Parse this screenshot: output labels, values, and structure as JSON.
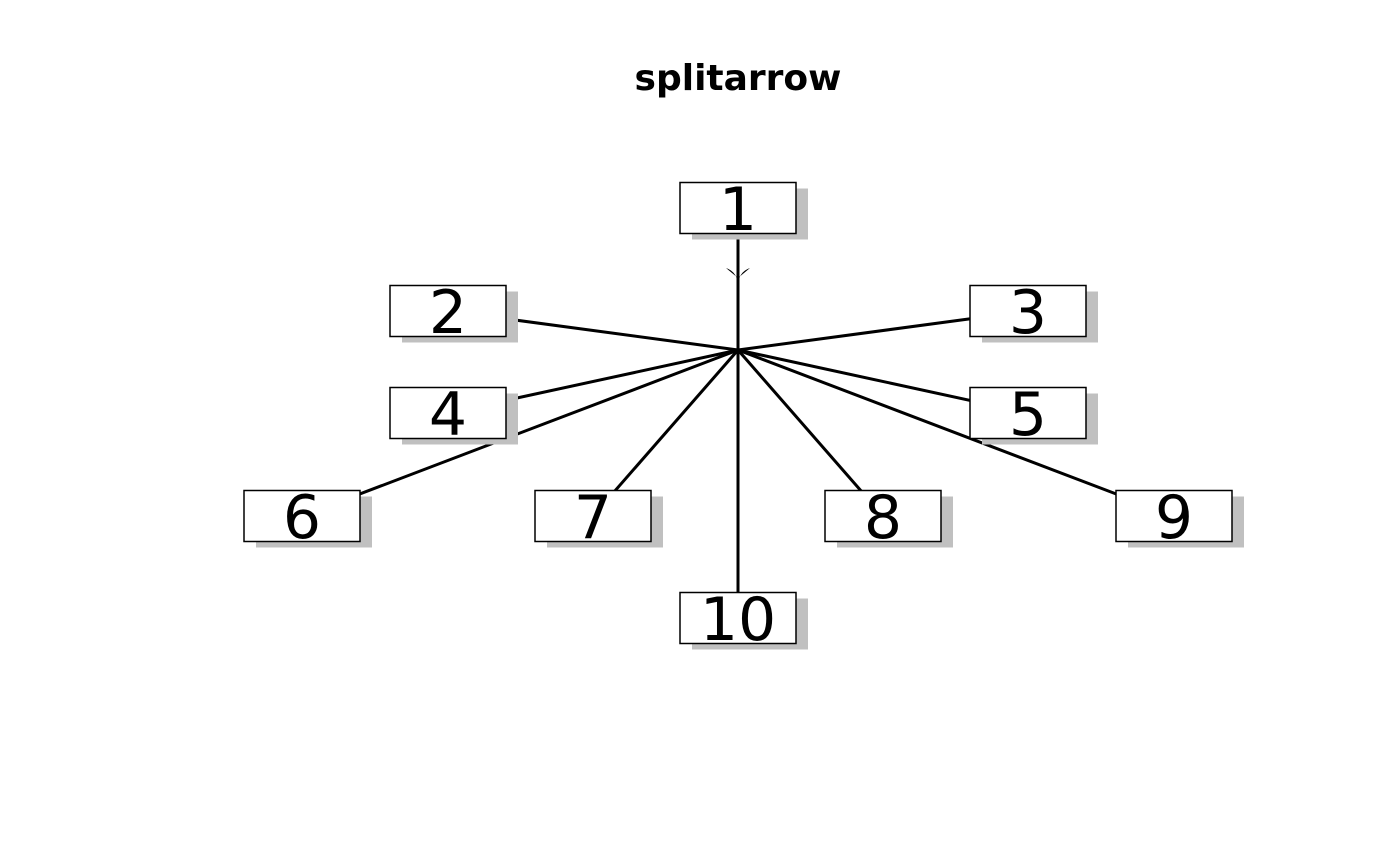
{
  "title": "splitarrow",
  "nodes": [
    {
      "id": "1",
      "label": "1"
    },
    {
      "id": "2",
      "label": "2"
    },
    {
      "id": "3",
      "label": "3"
    },
    {
      "id": "4",
      "label": "4"
    },
    {
      "id": "5",
      "label": "5"
    },
    {
      "id": "6",
      "label": "6"
    },
    {
      "id": "7",
      "label": "7"
    },
    {
      "id": "8",
      "label": "8"
    },
    {
      "id": "9",
      "label": "9"
    },
    {
      "id": "10",
      "label": "10"
    }
  ],
  "edges": {
    "from": "1",
    "to": [
      "2",
      "3",
      "4",
      "5",
      "6",
      "7",
      "8",
      "9",
      "10"
    ],
    "type": "splitarrow"
  },
  "colors": {
    "line": "#000000",
    "box_fill": "#ffffff",
    "shadow": "#c0c0c0"
  }
}
